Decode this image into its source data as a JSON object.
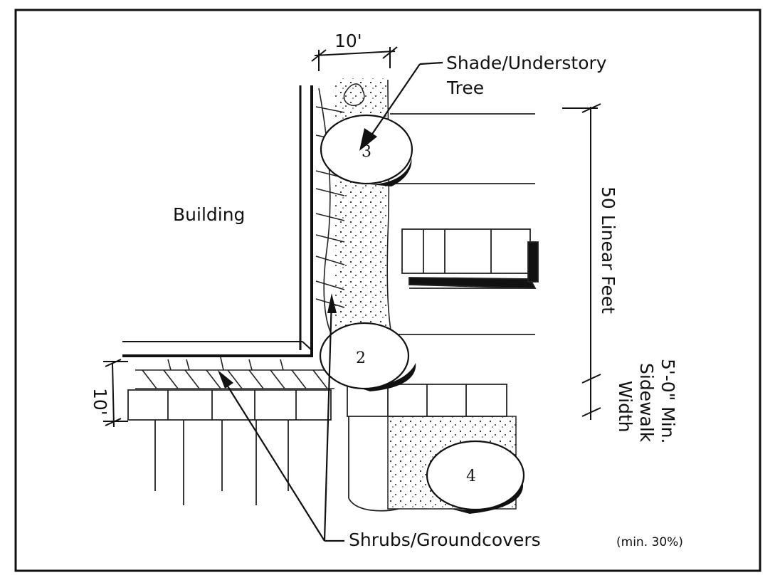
{
  "labels": {
    "shade_tree_line1": "Shade/Understory",
    "shade_tree_line2": "Tree",
    "building": "Building",
    "top_dimension": "10'",
    "left_dimension": "10'",
    "linear_feet": "50 Linear Feet",
    "sidewalk_min": "5'-0\" Min.",
    "sidewalk": "Sidewalk",
    "sidewalk_width": "Width",
    "shrubs": "Shrubs/Groundcovers",
    "shrubs_note": "(min. 30%)"
  },
  "trees": [
    {
      "number": "3"
    },
    {
      "number": "2"
    },
    {
      "number": "4"
    }
  ]
}
